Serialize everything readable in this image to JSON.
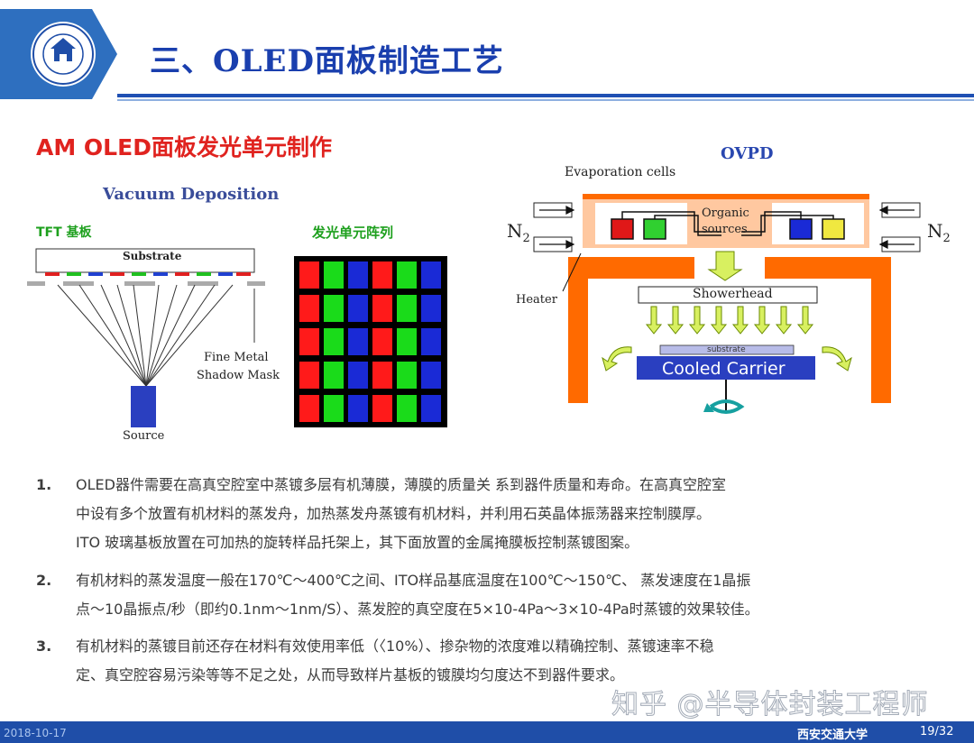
{
  "header": {
    "title": "三、OLED面板制造工艺"
  },
  "section": {
    "title": "AM OLED面板发光单元制作"
  },
  "vacuum_diagram": {
    "title": "Vacuum Deposition",
    "tft_label": "TFT 基板",
    "substrate_label": "Substrate",
    "mask_label_line1": "Fine Metal",
    "mask_label_line2": "Shadow Mask",
    "source_label": "Source"
  },
  "pixel_array": {
    "label": "发光单元阵列",
    "columns": [
      "#ff1a1a",
      "#1adb1a",
      "#1a2ad6",
      "#ff1a1a",
      "#1adb1a",
      "#1a2ad6"
    ],
    "rows": 5
  },
  "ovpd_diagram": {
    "title": "OVPD",
    "evaporation_cells": "Evaporation cells",
    "organic_line1": "Organic",
    "organic_line2": "sources",
    "n2_left": "N",
    "n2_right": "N",
    "n2_sub": "2",
    "heater": "Heater",
    "showerhead": "Showerhead",
    "substrate": "substrate",
    "cooled_carrier": "Cooled Carrier"
  },
  "body": {
    "items": [
      {
        "num": "1.",
        "lines": [
          "OLED器件需要在高真空腔室中蒸镀多层有机薄膜，薄膜的质量关 系到器件质量和寿命。在高真空腔室",
          "中设有多个放置有机材料的蒸发舟，加热蒸发舟蒸镀有机材料，并利用石英晶体振荡器来控制膜厚。",
          "ITO 玻璃基板放置在可加热的旋转样品托架上，其下面放置的金属掩膜板控制蒸镀图案。"
        ]
      },
      {
        "num": "2.",
        "lines": [
          "有机材料的蒸发温度一般在170℃～400℃之间、ITO样品基底温度在100℃～150℃、 蒸发速度在1晶振",
          "点～10晶振点/秒（即约0.1nm～1nm/S）、蒸发腔的真空度在5×10-4Pa～3×10-4Pa时蒸镀的效果较佳。"
        ]
      },
      {
        "num": "3.",
        "lines": [
          "有机材料的蒸镀目前还存在材料有效使用率低（〈10%）、掺杂物的浓度难以精确控制、蒸镀速率不稳",
          "定、真空腔容易污染等等不足之处，从而导致样片基板的镀膜均匀度达不到器件要求。"
        ]
      }
    ]
  },
  "footer": {
    "date": "2018-10-17",
    "school": "西安交通大学",
    "page": "19/32"
  },
  "watermark": "知乎 @半导体封装工程师",
  "colors": {
    "brand_blue": "#1f4ea8",
    "title_blue": "#1a3fae",
    "section_red": "#e0231f",
    "label_green": "#1ea01e",
    "chamber_orange": "#ff6a00",
    "carrier_blue": "#2a3fc0"
  }
}
